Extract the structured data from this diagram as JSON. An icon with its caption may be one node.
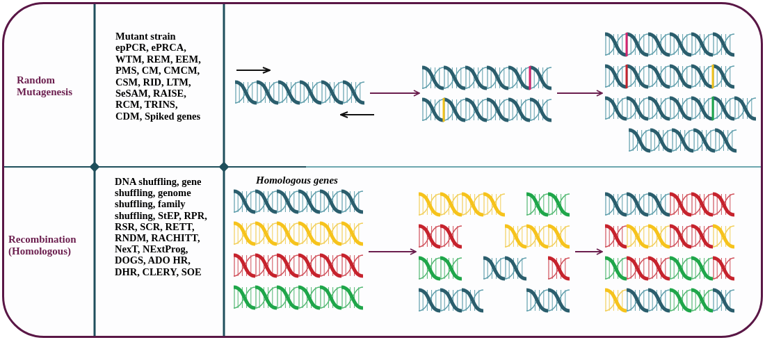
{
  "diagram": {
    "nodes": [
      {
        "text": [],
        "shape": "picture"
      },
      {
        "text": [],
        "shape": "picture"
      },
      {
        "text": [],
        "shape": "picture"
      },
      {
        "text": [
          "Homologous genes"
        ]
      },
      {
        "text": [],
        "shape": "picture"
      },
      {
        "text": [],
        "shape": "picture"
      }
    ],
    "edges": [
      {
        "from": 0,
        "to": 1,
        "arrow": "to"
      },
      {
        "from": 1,
        "to": 2,
        "arrow": "to"
      },
      {
        "from": 3,
        "to": 4,
        "arrow": "to"
      },
      {
        "from": 4,
        "to": 5,
        "arrow": "to"
      }
    ],
    "labels": [
      "Random Mutagenesis",
      "Mutant strain epPCR, ePRCA, WTM, REM, EEM, PMS, CM, CMCM, CSM, RID, LTM, SeSAM, RAISE, RCM, TRINS, CDM, Spiked genes",
      "Recombination (Homologous)",
      "DNA shuffling, gene shuffling, genome shuffling, family shuffling, StEP, RPR, RSR, SCR, RETT, RNDM, RACHITT, NexT, NExtProg, DOGS, ADO HR, DHR, CLERY, SOE"
    ]
  }
}
